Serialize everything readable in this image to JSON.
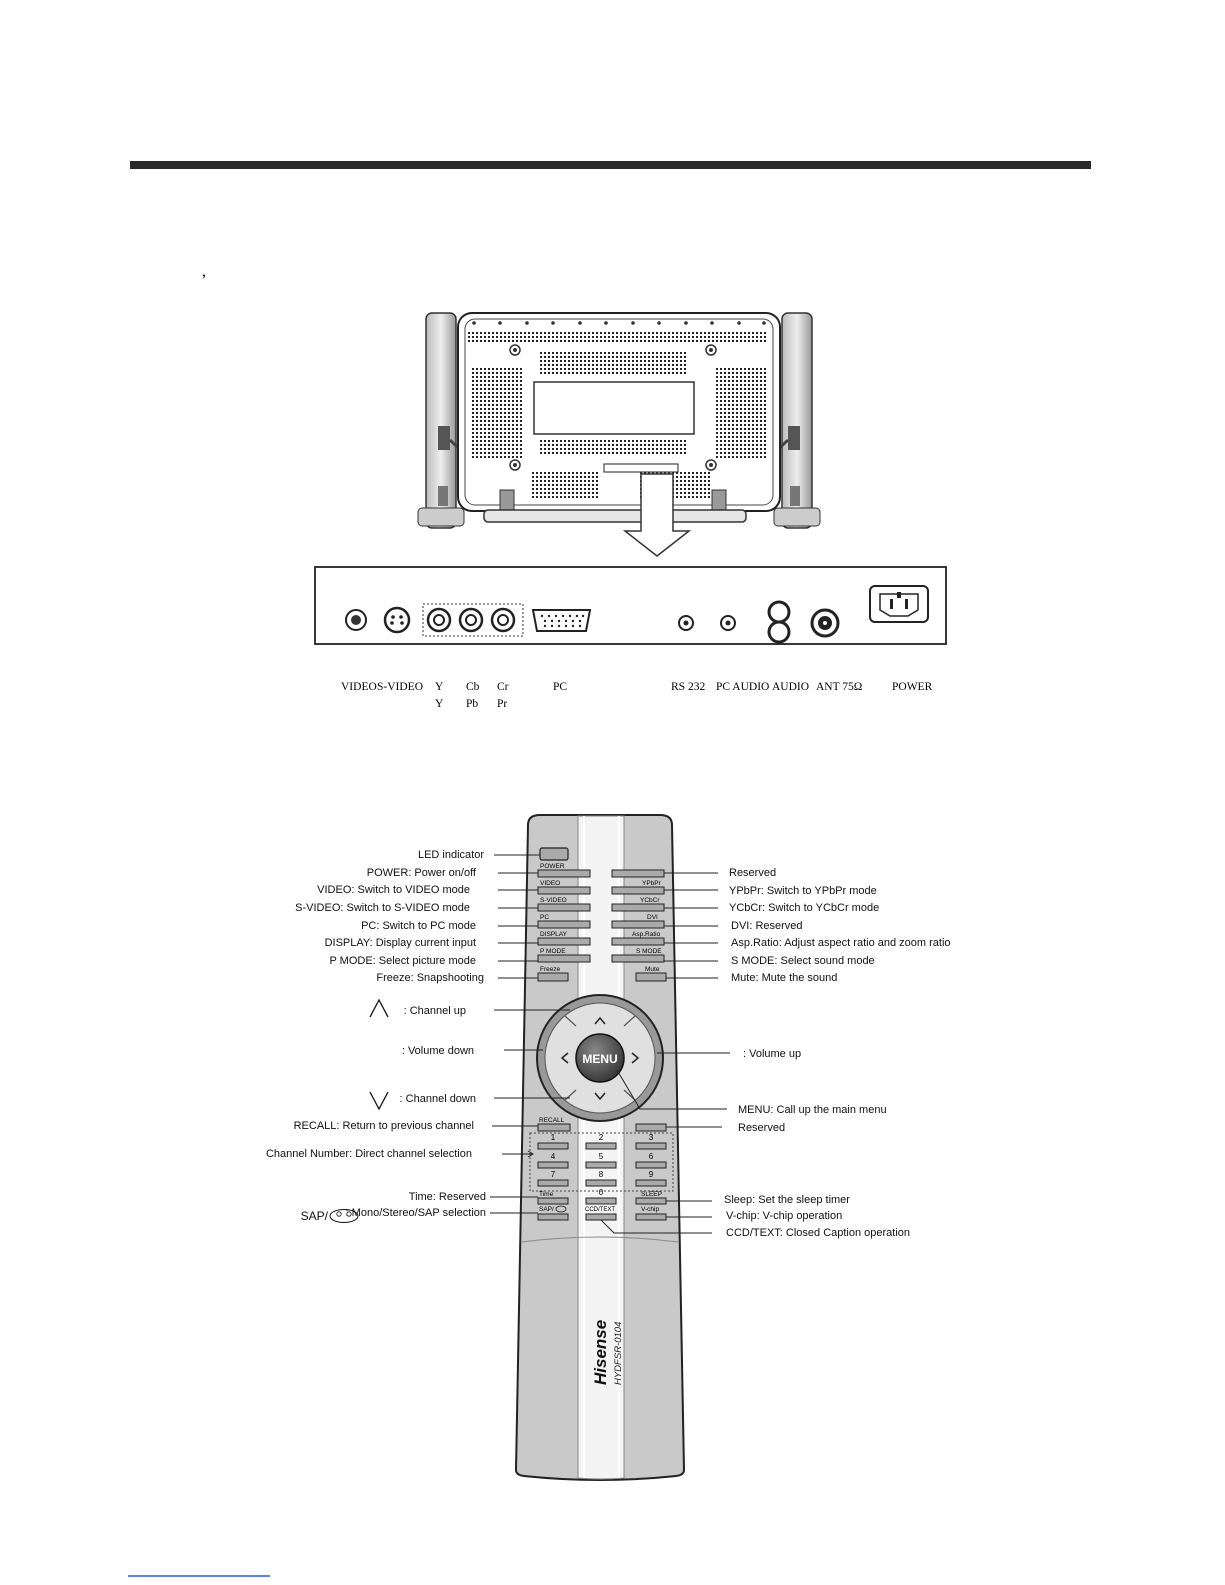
{
  "page": {
    "stray_mark": ","
  },
  "connectors": {
    "row1": [
      "VIDEO",
      "S-VIDEO",
      "Y",
      "Cb",
      "Cr",
      "PC",
      "RS 232",
      "PC AUDIO",
      "AUDIO",
      "ANT 75Ω",
      "POWER"
    ],
    "row2": [
      "Y",
      "Pb",
      "Pr"
    ]
  },
  "remote": {
    "brand": "Hisense",
    "model": "HYDFSR-0104",
    "menu_label": "MENU",
    "button_labels": {
      "power": "POWER",
      "video": "VIDEO",
      "svideo": "S-VIDEO",
      "pc": "PC",
      "display": "DISPLAY",
      "pmode": "P MODE",
      "freeze": "Freeze",
      "ypbpr": "YPbPr",
      "ycbcr": "YCbCr",
      "dvi": "DVI",
      "aspratio": "Asp.Ratio",
      "smode": "S MODE",
      "mute": "Mute",
      "recall": "RECALL",
      "n1": "1",
      "n2": "2",
      "n3": "3",
      "n4": "4",
      "n5": "5",
      "n6": "6",
      "n7": "7",
      "n8": "8",
      "n9": "9",
      "time": "Time",
      "n0": "0",
      "sleep": "SLEEP",
      "sap": "SAP/",
      "ccd": "CCD/TEXT",
      "vchip": "V-chip"
    }
  },
  "callouts_left": {
    "led": "LED indicator",
    "power": "POWER: Power on/off",
    "video": "VIDEO: Switch to VIDEO mode",
    "svideo": "S-VIDEO: Switch to S-VIDEO mode",
    "pc": "PC: Switch to PC mode",
    "display": "DISPLAY: Display current input",
    "pmode": "P MODE: Select picture mode",
    "freeze": "Freeze: Snapshooting",
    "ch_up": ": Channel up",
    "vol_down": ": Volume down",
    "ch_down": ": Channel down",
    "recall": "RECALL: Return to previous channel",
    "channel_number": "Channel Number: Direct channel selection",
    "time": "Time: Reserved",
    "sap_prefix": "SAP/",
    "sap": ": Mono/Stereo/SAP selection"
  },
  "callouts_right": {
    "reserved1": "Reserved",
    "ypbpr": "YPbPr: Switch to YPbPr mode",
    "ycbcr": "YCbCr: Switch to YCbCr mode",
    "dvi": "DVI: Reserved",
    "aspratio": "Asp.Ratio: Adjust aspect ratio and zoom ratio",
    "smode": "S MODE: Select sound mode",
    "mute": "Mute: Mute the sound",
    "vol_up": ": Volume up",
    "menu": "MENU: Call up the main menu",
    "reserved2": "Reserved",
    "sleep": "Sleep: Set the sleep timer",
    "vchip": "V-chip: V-chip operation",
    "ccd": "CCD/TEXT: Closed Caption operation"
  }
}
